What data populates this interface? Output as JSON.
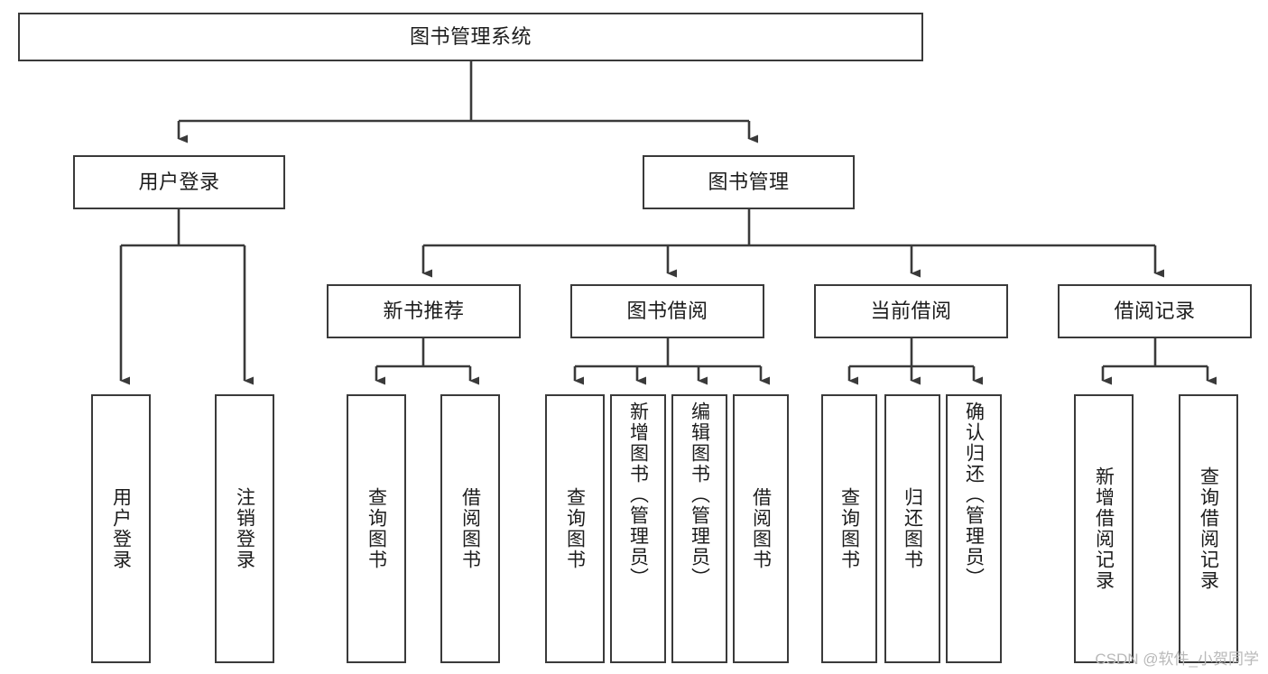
{
  "diagram": {
    "type": "tree-hierarchy-chart",
    "title": "图书管理系统",
    "line_color": "#3a3a3a",
    "box_fill": "#ffffff",
    "text_color": "#1c1c1c",
    "nodes": {
      "root": {
        "label": "图书管理系统"
      },
      "level2": [
        {
          "id": "user-login",
          "label": "用户登录"
        },
        {
          "id": "book-manage",
          "label": "图书管理"
        }
      ],
      "level3": [
        {
          "id": "new-book-rec",
          "label": "新书推荐"
        },
        {
          "id": "book-borrow",
          "label": "图书借阅"
        },
        {
          "id": "current-borrow",
          "label": "当前借阅"
        },
        {
          "id": "borrow-record",
          "label": "借阅记录"
        }
      ],
      "leaves": [
        {
          "id": "leaf-user-login",
          "label": "用户登录",
          "parent": "user-login"
        },
        {
          "id": "leaf-logout-login",
          "label": "注销登录",
          "parent": "user-login"
        },
        {
          "id": "leaf-query-book-1",
          "label": "查询图书",
          "parent": "new-book-rec"
        },
        {
          "id": "leaf-borrow-book-1",
          "label": "借阅图书",
          "parent": "new-book-rec"
        },
        {
          "id": "leaf-query-book-2",
          "label": "查询图书",
          "parent": "book-borrow"
        },
        {
          "id": "leaf-add-book",
          "label": "新增图书（管理员）",
          "parent": "book-borrow"
        },
        {
          "id": "leaf-edit-book",
          "label": "编辑图书（管理员）",
          "parent": "book-borrow"
        },
        {
          "id": "leaf-borrow-book-2",
          "label": "借阅图书",
          "parent": "book-borrow"
        },
        {
          "id": "leaf-query-book-3",
          "label": "查询图书",
          "parent": "current-borrow"
        },
        {
          "id": "leaf-return-book",
          "label": "归还图书",
          "parent": "current-borrow"
        },
        {
          "id": "leaf-confirm-return",
          "label": "确认归还（管理员）",
          "parent": "current-borrow"
        },
        {
          "id": "leaf-add-record",
          "label": "新增借阅记录",
          "parent": "borrow-record"
        },
        {
          "id": "leaf-query-record",
          "label": "查询借阅记录",
          "parent": "borrow-record"
        }
      ]
    }
  },
  "watermark": {
    "text": "CSDN @软件_小贺同学"
  }
}
